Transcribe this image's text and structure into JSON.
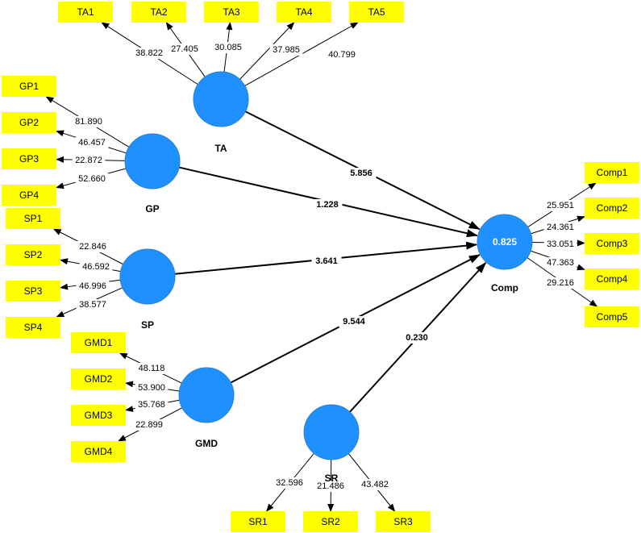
{
  "colors": {
    "latent_fill": "#1e90ff",
    "indicator_fill": "#ffff00",
    "line": "#000000"
  },
  "latent_variables": [
    {
      "id": "TA",
      "label": "TA",
      "r2": ""
    },
    {
      "id": "GP",
      "label": "GP",
      "r2": ""
    },
    {
      "id": "SP",
      "label": "SP",
      "r2": ""
    },
    {
      "id": "GMD",
      "label": "GMD",
      "r2": ""
    },
    {
      "id": "SR",
      "label": "SR",
      "r2": ""
    },
    {
      "id": "Comp",
      "label": "Comp",
      "r2": "0.825"
    }
  ],
  "indicators": [
    {
      "id": "TA1",
      "label": "TA1",
      "latent": "TA",
      "loading": "38.822"
    },
    {
      "id": "TA2",
      "label": "TA2",
      "latent": "TA",
      "loading": "27.405"
    },
    {
      "id": "TA3",
      "label": "TA3",
      "latent": "TA",
      "loading": "30.085"
    },
    {
      "id": "TA4",
      "label": "TA4",
      "latent": "TA",
      "loading": "37.985"
    },
    {
      "id": "TA5",
      "label": "TA5",
      "latent": "TA",
      "loading": "40.799"
    },
    {
      "id": "GP1",
      "label": "GP1",
      "latent": "GP",
      "loading": "81.890"
    },
    {
      "id": "GP2",
      "label": "GP2",
      "latent": "GP",
      "loading": "46.457"
    },
    {
      "id": "GP3",
      "label": "GP3",
      "latent": "GP",
      "loading": "22.872"
    },
    {
      "id": "GP4",
      "label": "GP4",
      "latent": "GP",
      "loading": "52.660"
    },
    {
      "id": "SP1",
      "label": "SP1",
      "latent": "SP",
      "loading": "22.846"
    },
    {
      "id": "SP2",
      "label": "SP2",
      "latent": "SP",
      "loading": "46.592"
    },
    {
      "id": "SP3",
      "label": "SP3",
      "latent": "SP",
      "loading": "46.996"
    },
    {
      "id": "SP4",
      "label": "SP4",
      "latent": "SP",
      "loading": "38.577"
    },
    {
      "id": "GMD1",
      "label": "GMD1",
      "latent": "GMD",
      "loading": "48.118"
    },
    {
      "id": "GMD2",
      "label": "GMD2",
      "latent": "GMD",
      "loading": "53.900"
    },
    {
      "id": "GMD3",
      "label": "GMD3",
      "latent": "GMD",
      "loading": "35.768"
    },
    {
      "id": "GMD4",
      "label": "GMD4",
      "latent": "GMD",
      "loading": "22.899"
    },
    {
      "id": "SR1",
      "label": "SR1",
      "latent": "SR",
      "loading": "32.596"
    },
    {
      "id": "SR2",
      "label": "SR2",
      "latent": "SR",
      "loading": "21.486"
    },
    {
      "id": "SR3",
      "label": "SR3",
      "latent": "SR",
      "loading": "43.482"
    },
    {
      "id": "Comp1",
      "label": "Comp1",
      "latent": "Comp",
      "loading": "25.951"
    },
    {
      "id": "Comp2",
      "label": "Comp2",
      "latent": "Comp",
      "loading": "24.361"
    },
    {
      "id": "Comp3",
      "label": "Comp3",
      "latent": "Comp",
      "loading": "33.051"
    },
    {
      "id": "Comp4",
      "label": "Comp4",
      "latent": "Comp",
      "loading": "47.363"
    },
    {
      "id": "Comp5",
      "label": "Comp5",
      "latent": "Comp",
      "loading": "29.216"
    }
  ],
  "paths": [
    {
      "from": "TA",
      "to": "Comp",
      "value": "5.856"
    },
    {
      "from": "GP",
      "to": "Comp",
      "value": "1.228"
    },
    {
      "from": "SP",
      "to": "Comp",
      "value": "3.641"
    },
    {
      "from": "GMD",
      "to": "Comp",
      "value": "9.544"
    },
    {
      "from": "SR",
      "to": "Comp",
      "value": "0.230"
    }
  ]
}
